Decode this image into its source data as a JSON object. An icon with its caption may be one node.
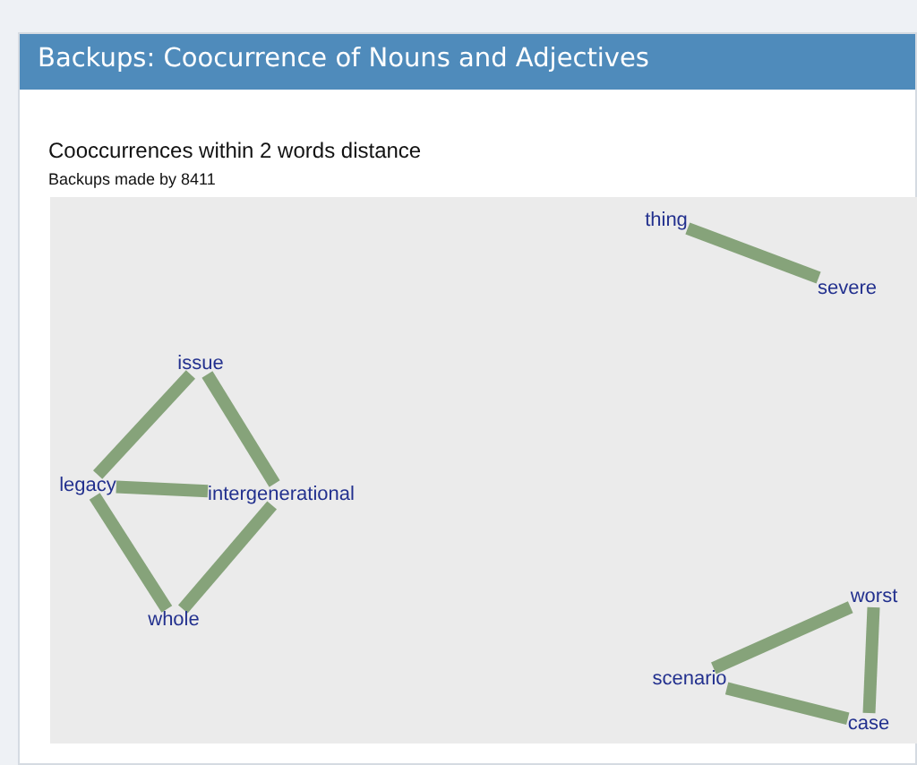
{
  "diagram": {
    "title": "Backups: Coocurrence of Nouns and Adjectives",
    "nodes": [
      {
        "text": [
          "thing"
        ]
      },
      {
        "text": [
          "severe"
        ]
      },
      {
        "text": [
          "issue"
        ]
      },
      {
        "text": [
          "legacy"
        ]
      },
      {
        "text": [
          "intergenerational"
        ]
      },
      {
        "text": [
          "whole"
        ]
      },
      {
        "text": [
          "worst"
        ]
      },
      {
        "text": [
          "scenario"
        ]
      },
      {
        "text": [
          "case"
        ]
      }
    ],
    "edges": [
      {
        "from": 0,
        "to": 1,
        "arrow": "none"
      },
      {
        "from": 2,
        "to": 3,
        "arrow": "none"
      },
      {
        "from": 2,
        "to": 4,
        "arrow": "none"
      },
      {
        "from": 3,
        "to": 4,
        "arrow": "none"
      },
      {
        "from": 3,
        "to": 5,
        "arrow": "none"
      },
      {
        "from": 5,
        "to": 4,
        "arrow": "none"
      },
      {
        "from": 7,
        "to": 6,
        "arrow": "none"
      },
      {
        "from": 6,
        "to": 8,
        "arrow": "none"
      },
      {
        "from": 7,
        "to": 8,
        "arrow": "none"
      }
    ],
    "labels": [
      "Cooccurrences within 2 words distance",
      "Backups made by 8411"
    ]
  }
}
